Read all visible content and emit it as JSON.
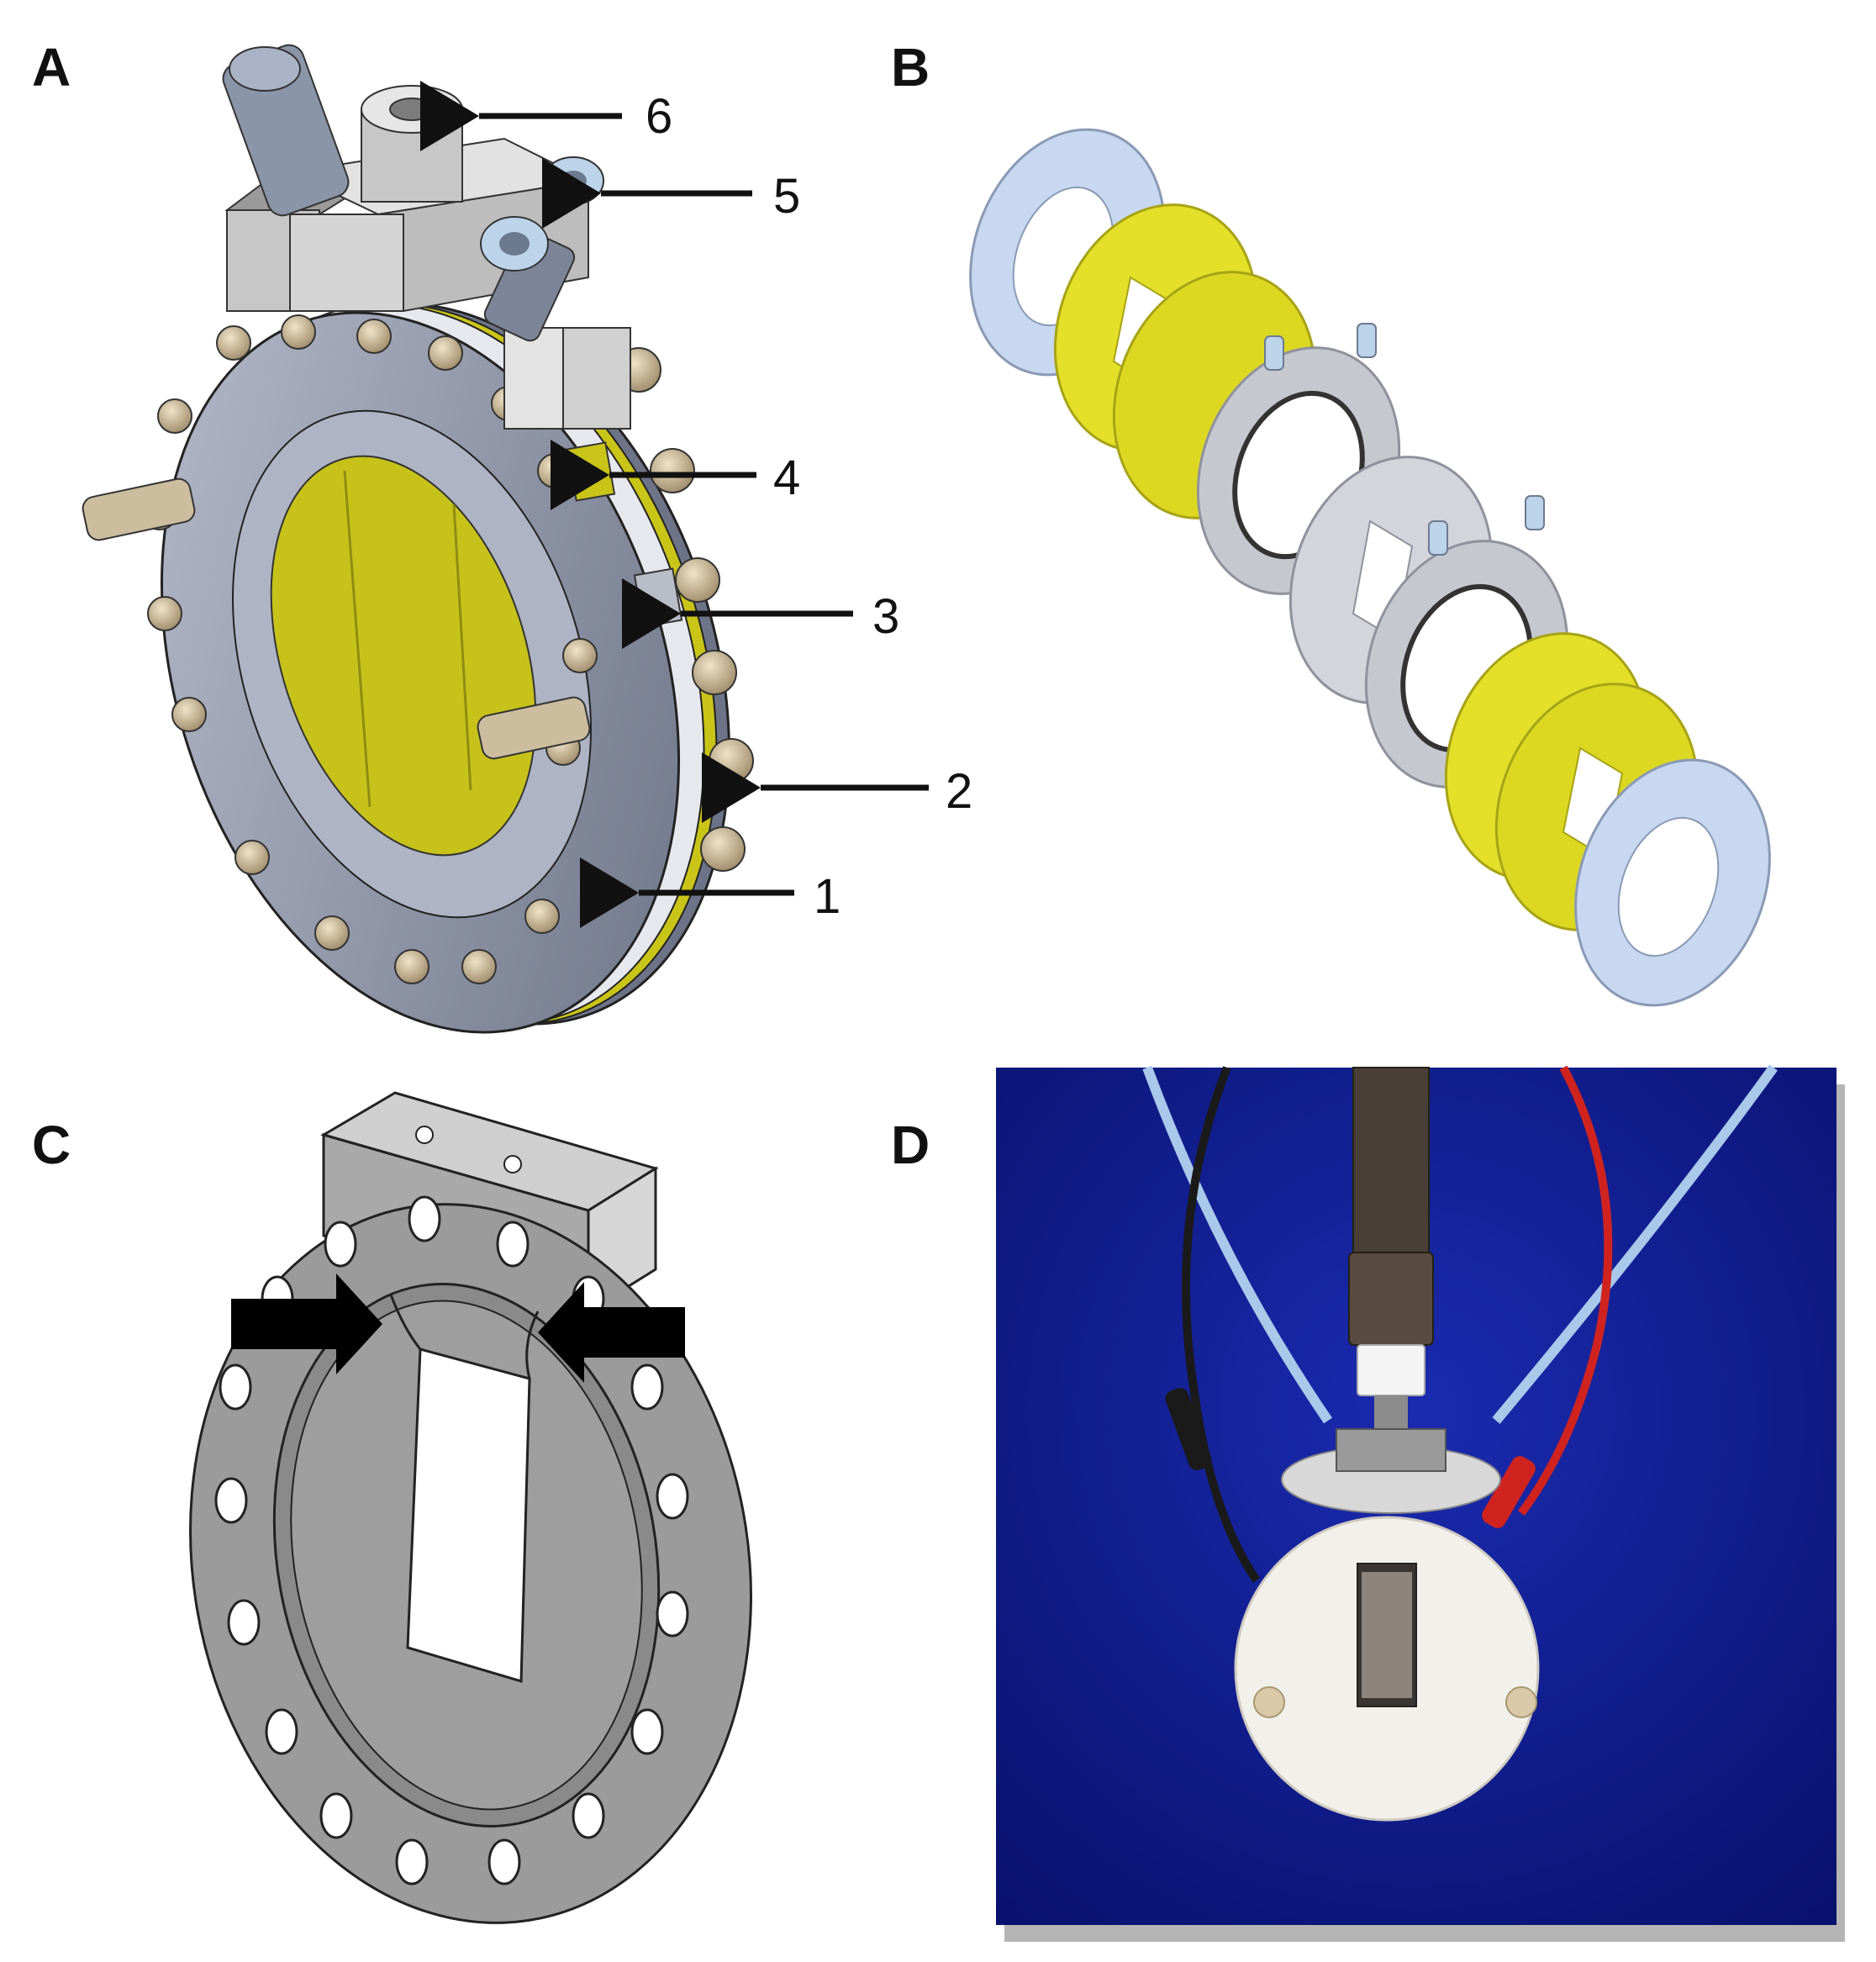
{
  "panels": [
    {
      "letter": "A"
    },
    {
      "letter": "B"
    },
    {
      "letter": "C"
    },
    {
      "letter": "D"
    }
  ],
  "callouts": [
    "1",
    "2",
    "3",
    "4",
    "5",
    "6"
  ],
  "colors": {
    "flange": "#8c93a6",
    "flange_light": "#c9ced9",
    "membrane_yellow": "#d8d41a",
    "bolt_bronze": "#c7b596",
    "gasket_blue": "#c7d8f0",
    "panel_c_gray": "#9b9b9b",
    "photo_background": "#10198a",
    "cell_white": "#f2f0ea",
    "wire_red": "#d0231f",
    "wire_black": "#1a1a1a",
    "tubing_blue": "#a9c8ea"
  }
}
